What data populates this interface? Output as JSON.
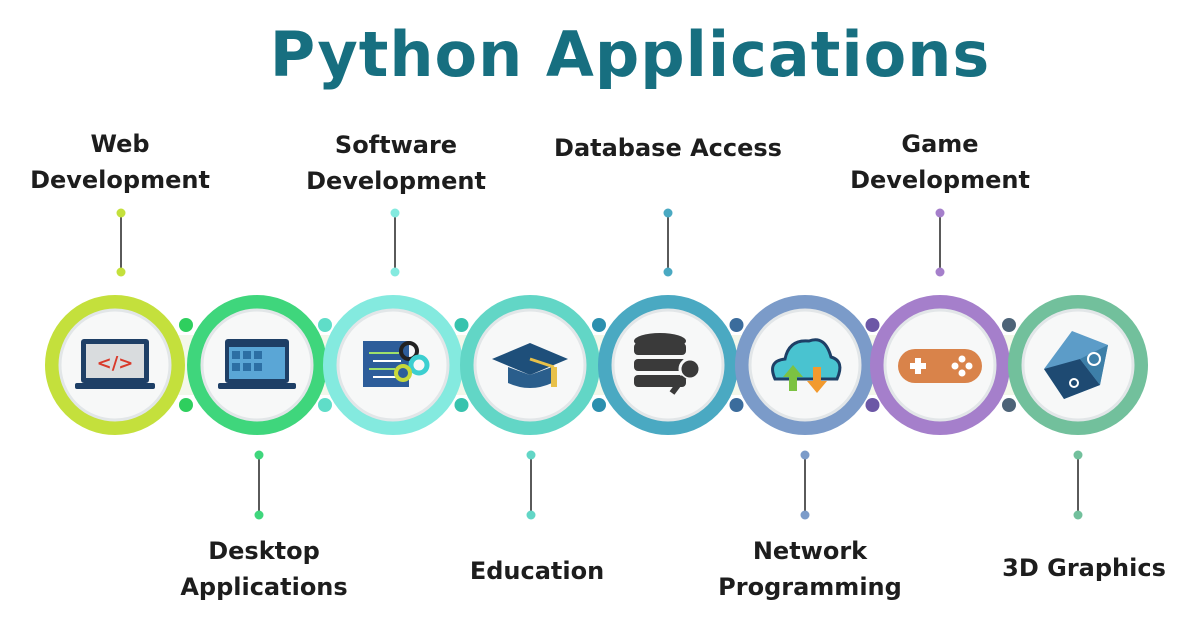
{
  "title": "Python Applications",
  "items": [
    {
      "label": "Web Development",
      "side": "top",
      "color": "#c4e03c",
      "dot": "#b8d63a",
      "icon": "code-laptop-icon"
    },
    {
      "label": "Desktop Applications",
      "side": "bottom",
      "color": "#3fd67c",
      "dot": "#2ecf5e",
      "icon": "desktop-app-laptop-icon"
    },
    {
      "label": "Software Development",
      "side": "top",
      "color": "#84eadf",
      "dot": "#5fddc8",
      "icon": "code-gears-icon"
    },
    {
      "label": "Education",
      "side": "bottom",
      "color": "#62d6c6",
      "dot": "#38c3ae",
      "icon": "graduation-cap-icon"
    },
    {
      "label": "Database Access",
      "side": "top",
      "color": "#4aa9c2",
      "dot": "#2b8fae",
      "icon": "database-key-icon"
    },
    {
      "label": "Network Programming",
      "side": "bottom",
      "color": "#7b9bc9",
      "dot": "#3b6c9c",
      "icon": "cloud-transfer-icon"
    },
    {
      "label": "Game Development",
      "side": "top",
      "color": "#a57fcb",
      "dot": "#6c57a6",
      "icon": "gamepad-icon"
    },
    {
      "label": "3D Graphics",
      "side": "bottom",
      "color": "#72c09c",
      "dot": "#4d6478",
      "icon": "cube-icon"
    }
  ]
}
